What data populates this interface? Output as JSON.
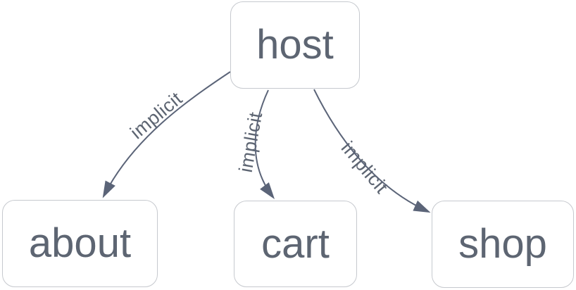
{
  "diagram": {
    "type": "directed-graph",
    "nodes": [
      {
        "id": "host",
        "label": "host"
      },
      {
        "id": "about",
        "label": "about"
      },
      {
        "id": "cart",
        "label": "cart"
      },
      {
        "id": "shop",
        "label": "shop"
      }
    ],
    "edges": [
      {
        "from": "host",
        "to": "about",
        "label": "implicit"
      },
      {
        "from": "host",
        "to": "cart",
        "label": "implicit"
      },
      {
        "from": "host",
        "to": "shop",
        "label": "implicit"
      }
    ],
    "colors": {
      "background": "#ffffff",
      "node_fill": "#ffffff",
      "node_border": "#c6c9ce",
      "node_text": "#5d6572",
      "edge": "#5b6478",
      "edge_label": "#5d6572"
    }
  }
}
